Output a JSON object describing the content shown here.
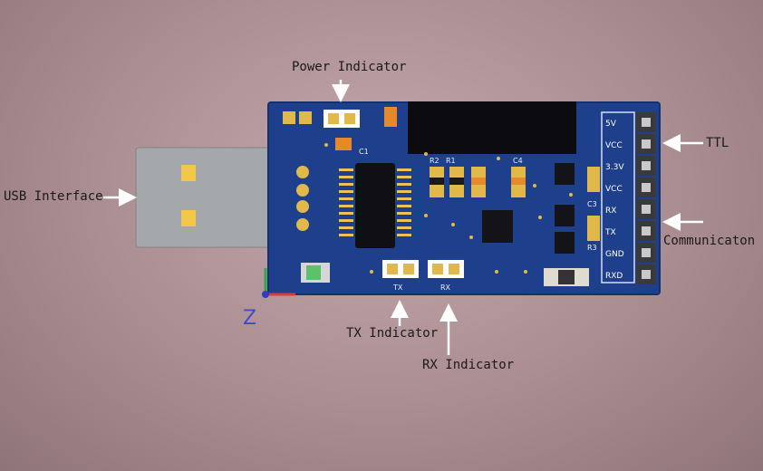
{
  "labels": {
    "power_indicator": "Power Indicator",
    "usb_interface": "USB Interface",
    "ttl": "TTL",
    "communication": "Communicaton",
    "tx_indicator": "TX Indicator",
    "rx_indicator": "RX Indicator"
  },
  "board_silkscreen": {
    "tx": "TX",
    "rx": "RX",
    "c1": "C1",
    "r2": "R2",
    "r1": "R1",
    "c4": "C4",
    "c3": "C3",
    "r3": "R3"
  },
  "header_pins": [
    "5V",
    "VCC",
    "3.3V",
    "VCC",
    "RX",
    "TX",
    "GND",
    "RXD"
  ],
  "axis": {
    "z": "Z"
  },
  "colors": {
    "pcb": "#1d3f8c",
    "usb_shell": "#9fa3a6",
    "background": "#aa8d91"
  }
}
